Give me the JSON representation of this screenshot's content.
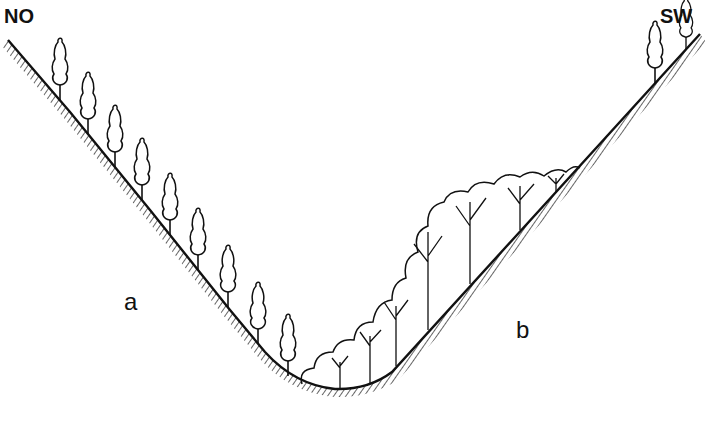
{
  "diagram": {
    "labels": [
      "NO",
      "SW",
      "a",
      "b"
    ]
  }
}
